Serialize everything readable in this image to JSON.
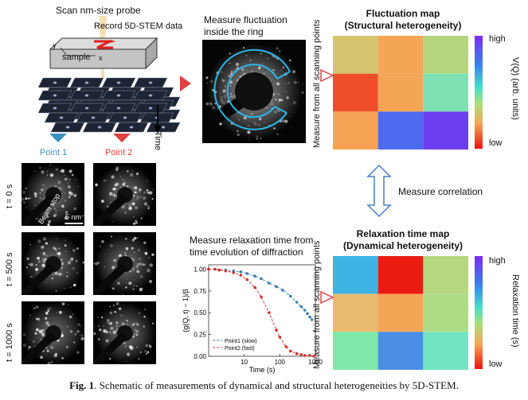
{
  "probe": {
    "scan_label": "Scan nm-size probe",
    "record_label": "Record 5D-STEM data",
    "sample_label": "sample",
    "axis_x": "x",
    "axis_y": "y",
    "time_label": "Time"
  },
  "points": {
    "p1": "Point 1",
    "p2": "Point 2",
    "p1_color": "#3a8fbf",
    "p2_color": "#e0403f"
  },
  "fluct": {
    "text1": "Measure fluctuation",
    "text2": "inside the ring"
  },
  "patterns": {
    "rows": [
      "t = 0 s",
      "t = 500 s",
      "t = 1000 s"
    ],
    "beam_stop": "Beam stop",
    "scale": "5 nm⁻¹"
  },
  "relax_title": {
    "line1": "Measure relaxation time from",
    "line2": "time evolution of diffraction"
  },
  "chart_data": {
    "type": "scatter",
    "xlabel": "Time (s)",
    "ylabel": "(g(Q, t) − 1)/β",
    "xscale": "log",
    "xlim": [
      1,
      1000
    ],
    "ylim": [
      0,
      1.05
    ],
    "xticks": [
      "10",
      "100",
      "1000"
    ],
    "yticks": [
      "0.00",
      "0.25",
      "0.50",
      "0.75",
      "1.00"
    ],
    "series": [
      {
        "name": "Point1 (slow)",
        "color": "#3a7fb0",
        "x": [
          1,
          1.5,
          2,
          3,
          5,
          8,
          12,
          20,
          30,
          50,
          80,
          120,
          200,
          300,
          400,
          500,
          600,
          700,
          800
        ],
        "y": [
          1.0,
          1.0,
          0.99,
          0.99,
          0.98,
          0.97,
          0.95,
          0.92,
          0.89,
          0.84,
          0.8,
          0.76,
          0.69,
          0.62,
          0.57,
          0.53,
          0.49,
          0.45,
          0.42
        ]
      },
      {
        "name": "Point2 (fast)",
        "color": "#d8312f",
        "x": [
          1,
          1.5,
          2,
          3,
          5,
          8,
          12,
          20,
          30,
          50,
          80,
          100,
          150,
          200,
          300,
          400,
          500,
          700,
          900
        ],
        "y": [
          1.0,
          1.0,
          0.99,
          0.98,
          0.96,
          0.93,
          0.88,
          0.79,
          0.68,
          0.5,
          0.3,
          0.22,
          0.11,
          0.06,
          0.03,
          0.02,
          0.01,
          0.01,
          0.0
        ]
      }
    ],
    "legend": "bottom-left"
  },
  "fluct_map": {
    "title1": "Fluctuation map",
    "title2": "(Structural heterogeneity)",
    "side_label": "Measure from all scanning points",
    "cbar_label": "V(Q) (arb. units)",
    "high": "high",
    "low": "low",
    "cells": [
      [
        "#d6c46f",
        "#f5a556",
        "#b6d57e"
      ],
      [
        "#f04e2a",
        "#f5a556",
        "#7fe0b3"
      ],
      [
        "#f6a255",
        "#4e6af0",
        "#6d3ef0"
      ]
    ]
  },
  "relax_map": {
    "title1": "Relaxation time map",
    "title2": "(Dynamical heterogeneity)",
    "side_label": "Measure from all scanning points",
    "cbar_label": "Relaxation time (s)",
    "high": "high",
    "low": "low",
    "cells": [
      [
        "#3db4e4",
        "#ea1c12",
        "#b7d680"
      ],
      [
        "#e9b96d",
        "#f5a556",
        "#aedc86"
      ],
      [
        "#7ee8a8",
        "#4a8ee6",
        "#6fe3c2"
      ]
    ]
  },
  "correlation": "Measure correlation",
  "caption": {
    "bold": "Fig. 1",
    "text": ". Schematic of measurements of dynamical and structural heterogeneities by 5D-STEM."
  }
}
